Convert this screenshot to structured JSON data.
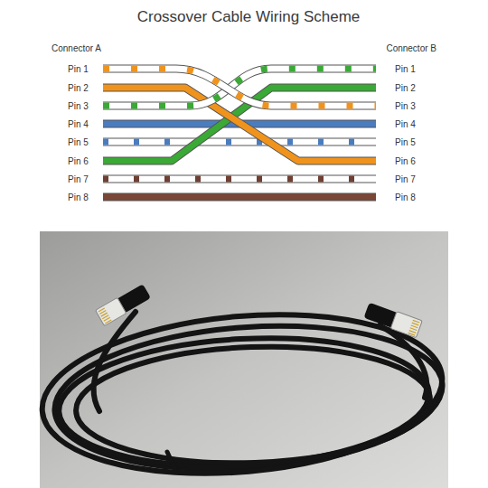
{
  "diagram": {
    "title": "Crossover Cable Wiring Scheme",
    "labels": [
      "Connector A",
      "Connector B",
      "Pin 1",
      "Pin 2",
      "Pin 3",
      "Pin 4",
      "Pin 5",
      "Pin 6",
      "Pin 7",
      "Pin 8",
      "Pin 1",
      "Pin 2",
      "Pin 3",
      "Pin 4",
      "Pin 5",
      "Pin 6",
      "Pin 7",
      "Pin 8"
    ]
  }
}
